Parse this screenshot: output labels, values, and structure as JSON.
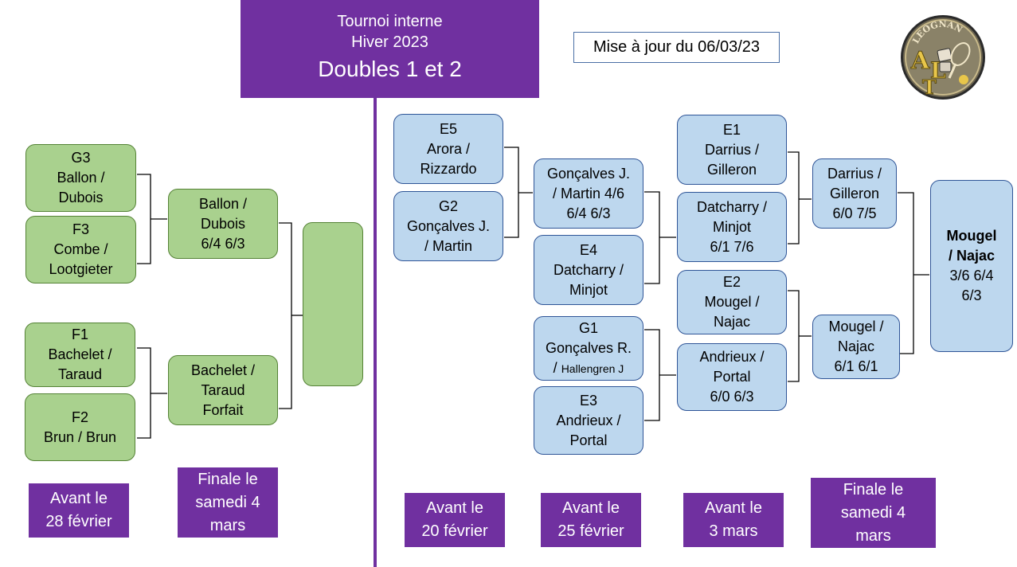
{
  "header": {
    "line1": "Tournoi interne",
    "line2": "Hiver 2023",
    "line3": "Doubles 1 et 2"
  },
  "update": "Mise à jour du 06/03/23",
  "logo": {
    "text": "LEOGNAN",
    "letters": "ALT"
  },
  "left_bracket": {
    "round1": [
      {
        "seed": "G3",
        "line1": "Ballon /",
        "line2": "Dubois"
      },
      {
        "seed": "F3",
        "line1": "Combe /",
        "line2": "Lootgieter"
      },
      {
        "seed": "F1",
        "line1": "Bachelet /",
        "line2": "Taraud"
      },
      {
        "seed": "F2",
        "line1": "Brun / Brun"
      }
    ],
    "round2": [
      {
        "line1": "Ballon /",
        "line2": "Dubois",
        "line3": "6/4 6/3"
      },
      {
        "line1": "Bachelet /",
        "line2": "Taraud",
        "line3": "Forfait"
      }
    ],
    "final": ""
  },
  "right_bracket": {
    "round1": [
      {
        "seed": "E5",
        "line1": "Arora /",
        "line2": "Rizzardo"
      },
      {
        "seed": "G2",
        "line1": "Gonçalves J.",
        "line2": "/ Martin"
      }
    ],
    "round2": [
      {
        "line1": "Gonçalves J.",
        "line2": "/ Martin 4/6",
        "line3": "6/4 6/3"
      },
      {
        "seed": "E4",
        "line1": "Datcharry /",
        "line2": "Minjot"
      },
      {
        "seed": "G1",
        "line1": "Gonçalves R.",
        "line2a": "/ ",
        "line2b": "Hallengren J"
      },
      {
        "seed": "E3",
        "line1": "Andrieux /",
        "line2": "Portal"
      }
    ],
    "round3": [
      {
        "seed": "E1",
        "line1": "Darrius /",
        "line2": "Gilleron"
      },
      {
        "line1": "Datcharry /",
        "line2": "Minjot",
        "line3": "6/1 7/6"
      },
      {
        "seed": "E2",
        "line1": "Mougel /",
        "line2": "Najac"
      },
      {
        "line1": "Andrieux /",
        "line2": "Portal",
        "line3": "6/0 6/3"
      }
    ],
    "round4": [
      {
        "line1": "Darrius /",
        "line2": "Gilleron",
        "line3": "6/0 7/5"
      },
      {
        "line1": "Mougel /",
        "line2": "Najac",
        "line3": "6/1 6/1"
      }
    ],
    "final": {
      "line1": "Mougel",
      "line2": "/ Najac",
      "line3": "3/6 6/4",
      "line4": "6/3"
    }
  },
  "dates": [
    {
      "line1": "Avant le",
      "line2": "28 février"
    },
    {
      "line1": "Finale le",
      "line2": "samedi 4",
      "line3": "mars"
    },
    {
      "line1": "Avant le",
      "line2": "20 février"
    },
    {
      "line1": "Avant le",
      "line2": "25 février"
    },
    {
      "line1": "Avant le",
      "line2": "3 mars"
    },
    {
      "line1": "Finale le",
      "line2": "samedi 4",
      "line3": "mars"
    }
  ],
  "colors": {
    "purple": "#7030a0",
    "green_fill": "#a9d18e",
    "blue_fill": "#bdd7ee"
  }
}
